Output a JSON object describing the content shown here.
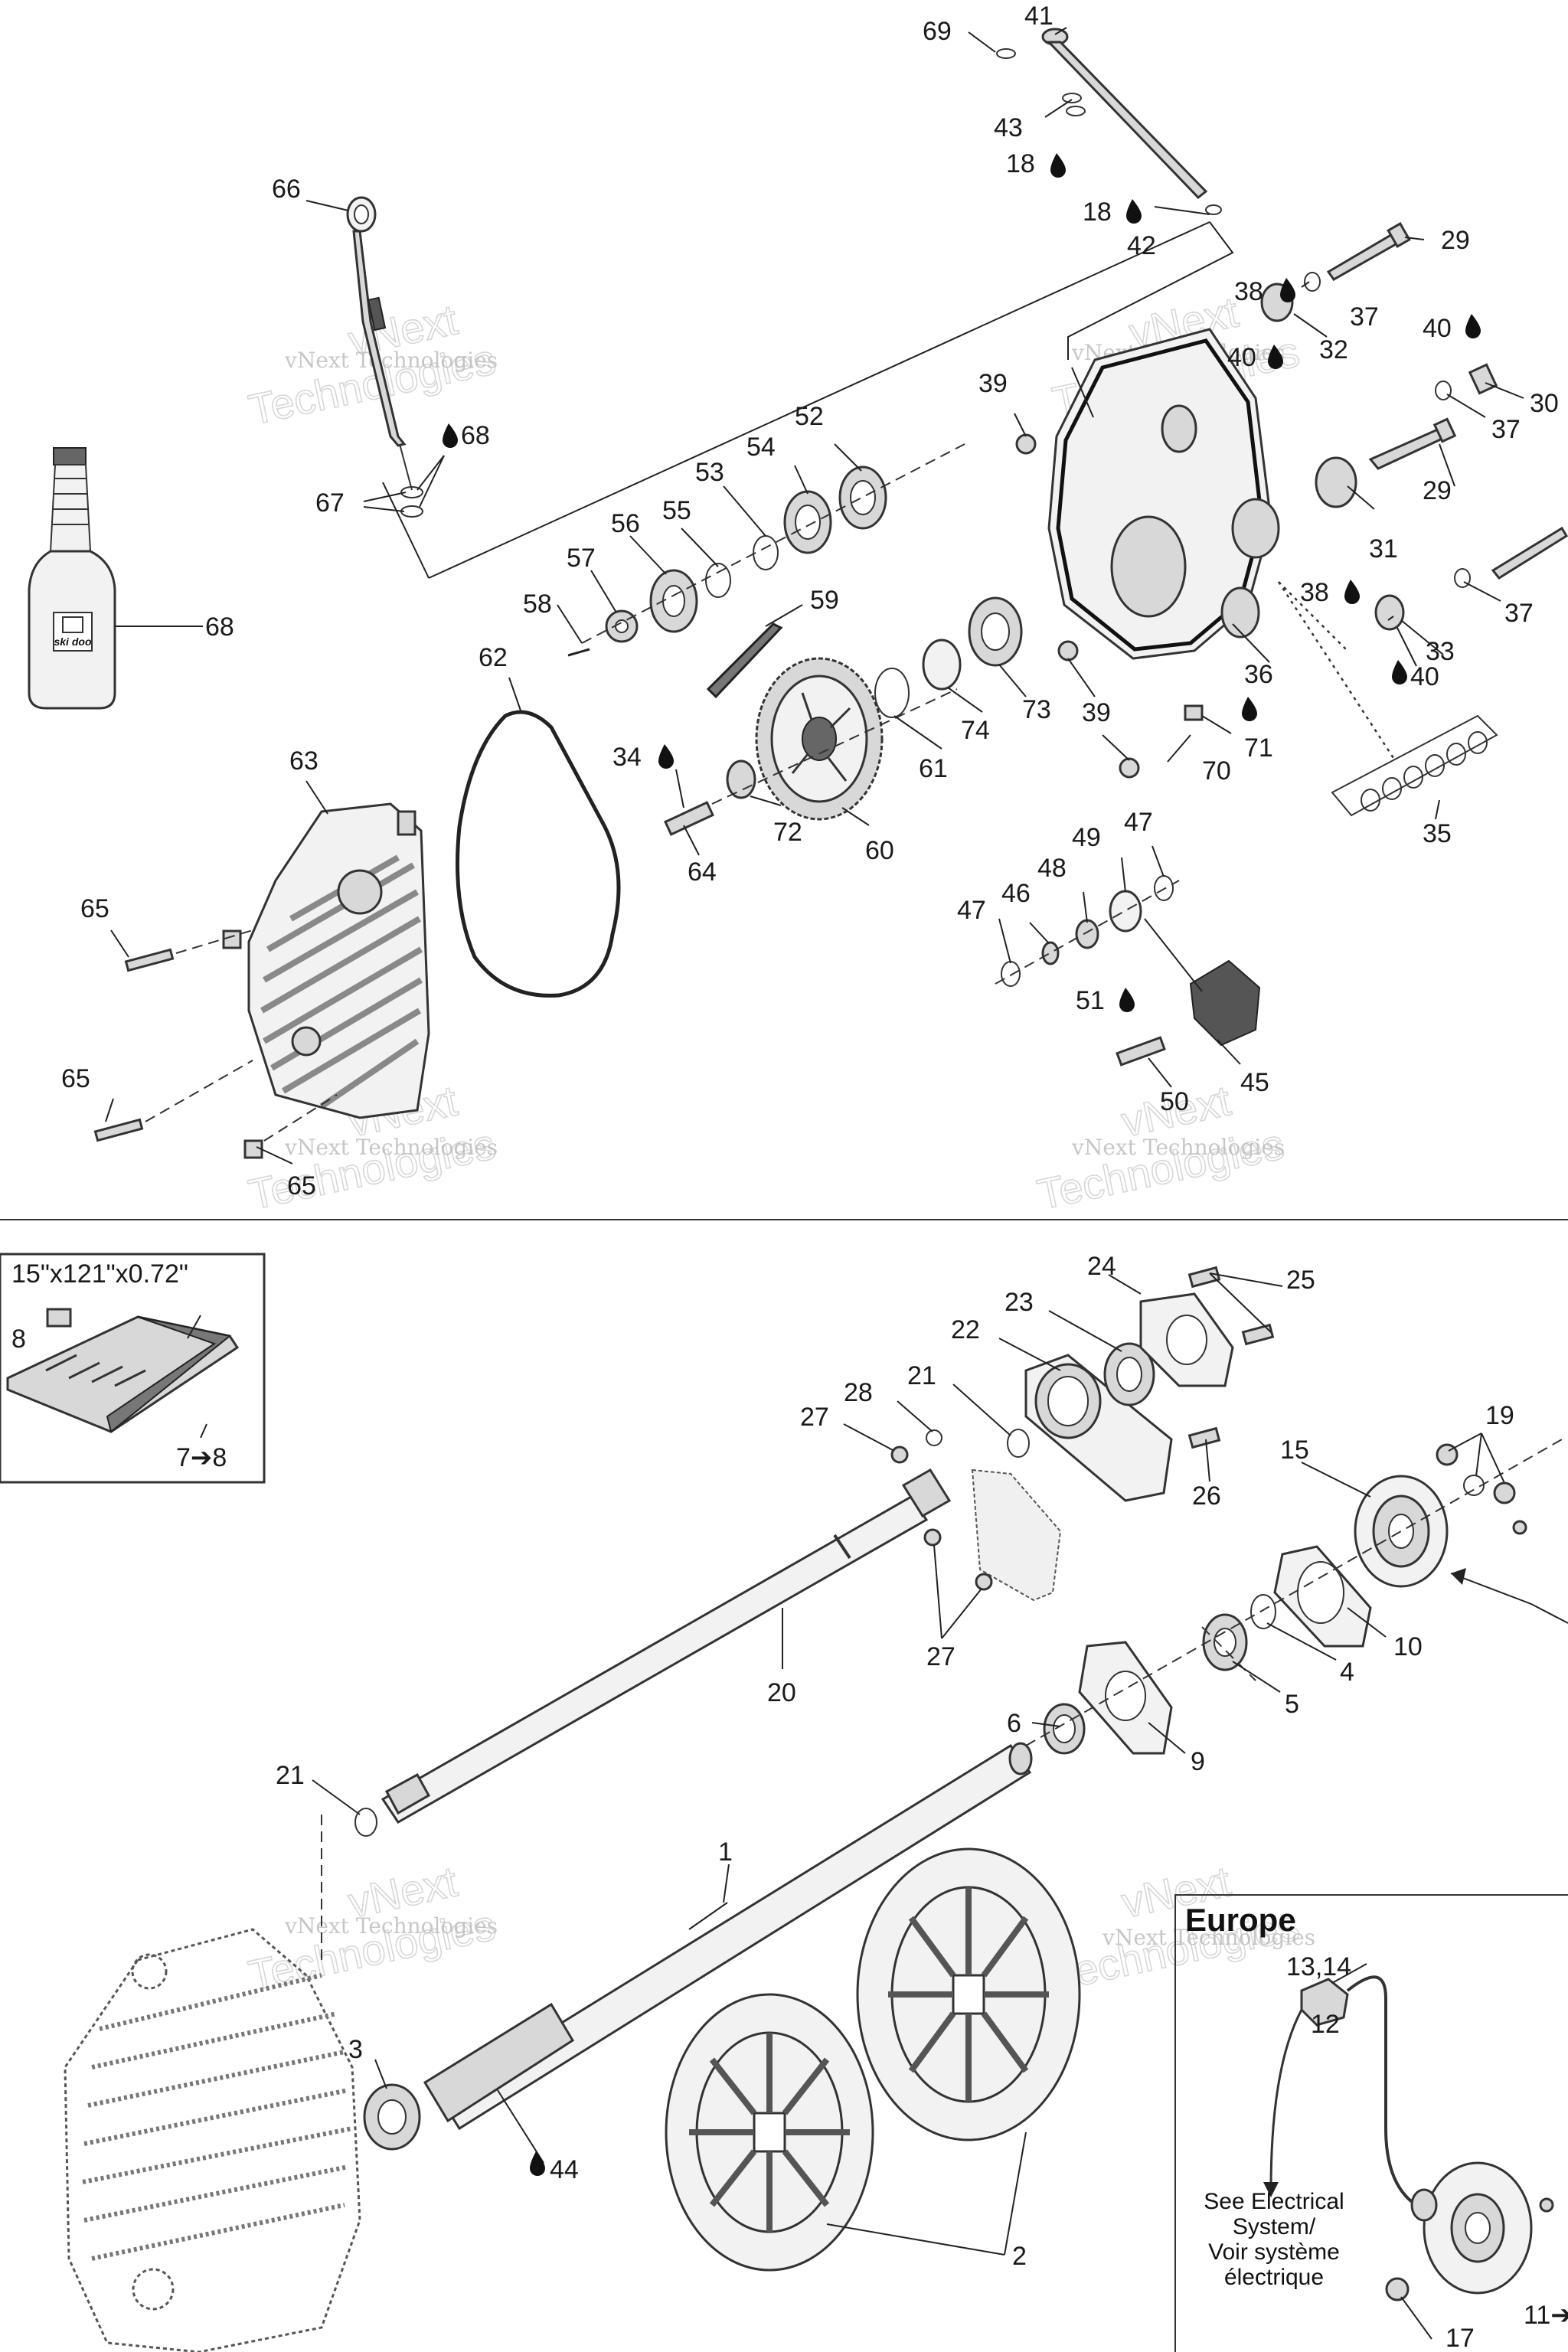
{
  "diagram": {
    "part_labels": {
      "p1": "1",
      "p2": "2",
      "p3": "3",
      "p4": "4",
      "p5": "5",
      "p6": "6",
      "p7_8": "7➔8",
      "p8": "8",
      "p9": "9",
      "p10": "10",
      "p11": "11➔",
      "p12": "12",
      "p13_14": "13,14",
      "p15": "15",
      "p17": "17",
      "p18a": "18",
      "p18b": "18",
      "p19": "19",
      "p20": "20",
      "p21a": "21",
      "p21b": "21",
      "p22": "22",
      "p23": "23",
      "p24": "24",
      "p25": "25",
      "p26": "26",
      "p27a": "27",
      "p27b": "27",
      "p28": "28",
      "p29a": "29",
      "p29b": "29",
      "p30": "30",
      "p31": "31",
      "p32": "32",
      "p33": "33",
      "p34": "34",
      "p35": "35",
      "p36": "36",
      "p37a": "37",
      "p37b": "37",
      "p37c": "37",
      "p38a": "38",
      "p38b": "38",
      "p39a": "39",
      "p39b": "39",
      "p40a": "40",
      "p40b": "40",
      "p40c": "40",
      "p41": "41",
      "p42": "42",
      "p43": "43",
      "p44": "44",
      "p45": "45",
      "p46": "46",
      "p47a": "47",
      "p47b": "47",
      "p48": "48",
      "p49": "49",
      "p50": "50",
      "p51": "51",
      "p52": "52",
      "p53": "53",
      "p54": "54",
      "p55": "55",
      "p56": "56",
      "p57": "57",
      "p58": "58",
      "p59": "59",
      "p60": "60",
      "p61": "61",
      "p62": "62",
      "p63": "63",
      "p64": "64",
      "p65a": "65",
      "p65b": "65",
      "p65c": "65",
      "p66": "66",
      "p67": "67",
      "p68a": "68",
      "p68b": "68",
      "p69": "69",
      "p70": "70",
      "p71": "71",
      "p72": "72",
      "p73": "73",
      "p74": "74"
    },
    "track_spec": "15\"x121\"x0.72\"",
    "europe_title": "Europe",
    "electrical_note": [
      "See Electrical",
      "System/",
      "Voir système",
      "électrique"
    ],
    "bottle_brand": "ski doo",
    "watermark_small": "vNext Technologies",
    "watermark_big": "Technologies",
    "watermark_v": "vNext"
  }
}
